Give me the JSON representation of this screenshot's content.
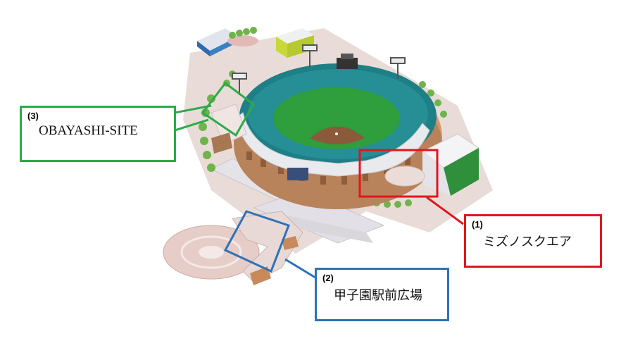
{
  "callouts": [
    {
      "number": "(1)",
      "label": "ミズノスクエア",
      "color": "#e0161e"
    },
    {
      "number": "(2)",
      "label": "甲子園駅前広場",
      "color": "#2e72b8"
    },
    {
      "number": "(3)",
      "label": "OBAYASHI-SITE",
      "color": "#2eaa4a"
    }
  ],
  "colors": {
    "stand_teal": "#1f7f86",
    "field_green": "#2f9e3c",
    "infield_dirt": "#8a5a3a",
    "outer_wall": "#cf9b6b",
    "roof_white": "#e8eaee",
    "plaza_ground": "#e7d6d2",
    "trees": "#6fb44a"
  }
}
